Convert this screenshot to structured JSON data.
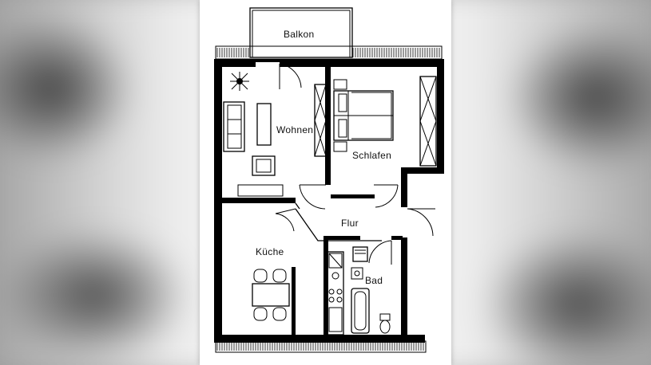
{
  "rooms": {
    "balkon": "Balkon",
    "wohnen": "Wohnen",
    "schlafen": "Schlafen",
    "flur": "Flur",
    "kueche": "Küche",
    "bad": "Bad"
  },
  "colors": {
    "ink": "#000000",
    "paper": "#ffffff"
  }
}
